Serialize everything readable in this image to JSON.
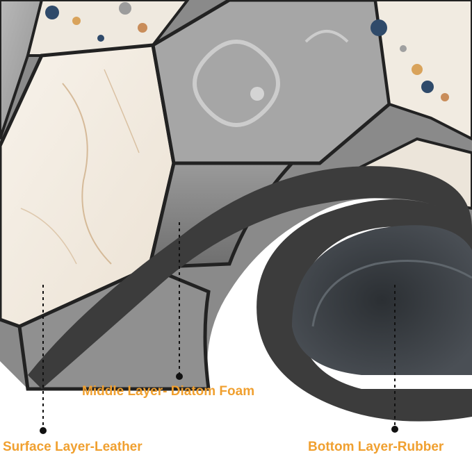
{
  "labels": {
    "middle": "Middle Layer- Diatom Foam",
    "surface": "Surface Layer-Leather",
    "bottom": "Bottom Layer-Rubber"
  },
  "colors": {
    "label_text": "#f0a030",
    "foam": "#3c3c3c",
    "marble": "#f3ede4",
    "grout": "#222222",
    "gray_tile": "#a9a9a9",
    "terrazzo_blue": "#2f4a6a",
    "terrazzo_tan": "#d9a35b"
  }
}
